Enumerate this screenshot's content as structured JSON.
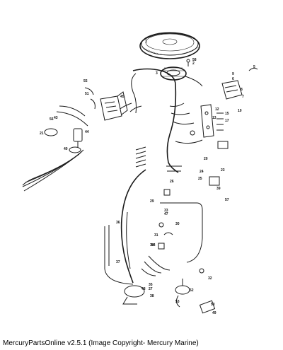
{
  "footer": {
    "text": "MercuryPartsOnline v2.5.1 (Image Copyright- Mercury Marine)"
  },
  "callouts": [
    "1",
    "2",
    "3",
    "5",
    "6",
    "7",
    "8",
    "9",
    "10",
    "12",
    "13",
    "15",
    "17",
    "20",
    "21",
    "23",
    "24",
    "25",
    "26",
    "27",
    "29",
    "30",
    "31",
    "32",
    "33",
    "34",
    "35",
    "36",
    "37",
    "38",
    "39",
    "40",
    "43",
    "44",
    "45",
    "47",
    "48",
    "49",
    "50",
    "51",
    "52",
    "53",
    "54",
    "55",
    "56",
    "57",
    "58"
  ]
}
